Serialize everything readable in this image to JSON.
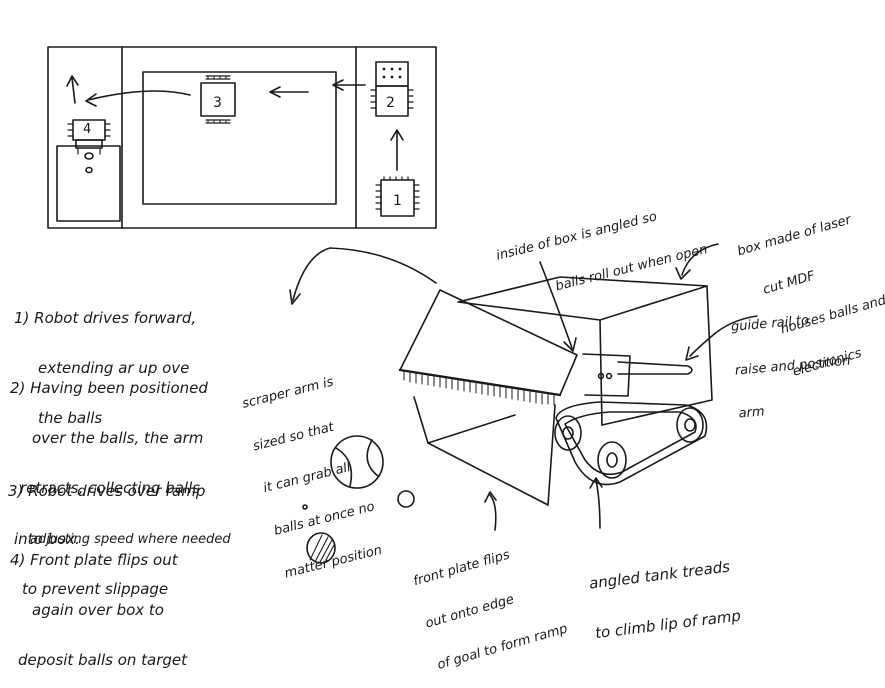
{
  "field_diagram": {
    "robot_positions": [
      "1",
      "2",
      "3",
      "4"
    ]
  },
  "steps": [
    {
      "lines": [
        "1) Robot drives forward,",
        "extending ar up ove",
        "the balls"
      ]
    },
    {
      "lines": [
        "2) Having been positioned",
        "over the balls, the arm",
        "retracts, collecting balls",
        "into box."
      ]
    },
    {
      "lines": [
        "3) Robot drives over ramp",
        "adjusting speed where needed",
        "to prevent slippage"
      ]
    },
    {
      "lines": [
        "4) Front plate flips out",
        "again over box to",
        "deposit balls on target"
      ]
    }
  ],
  "annotations": {
    "box_angled": [
      "inside of box is angled so",
      "balls roll out when open"
    ],
    "box_material": [
      "box made of laser",
      "cut MDF",
      "houses balls and",
      "electronics"
    ],
    "guide_rail": [
      "guide rail to",
      "raise and position",
      "arm"
    ],
    "scraper_arm": [
      "scraper arm is",
      "sized so that",
      "it can grab all",
      "balls at once no",
      "matter position"
    ],
    "front_plate": [
      "front plate flips",
      "out onto edge",
      "of goal to form ramp"
    ],
    "tank_treads": [
      "angled tank treads",
      "to climb lip of ramp"
    ]
  }
}
